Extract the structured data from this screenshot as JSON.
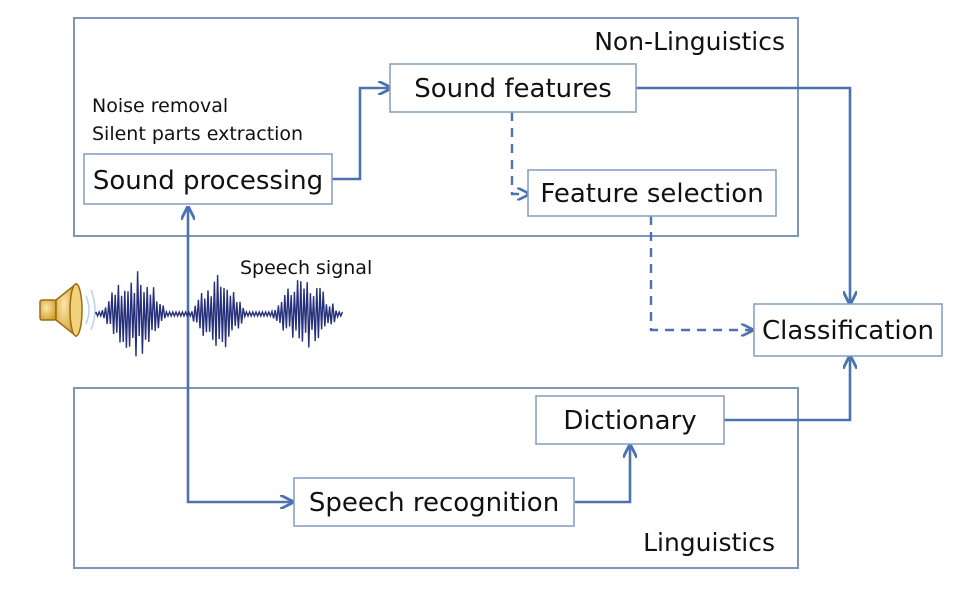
{
  "regions": {
    "non_linguistics": "Non-Linguistics",
    "linguistics": "Linguistics"
  },
  "notes": {
    "noise_removal": "Noise removal",
    "silent_parts": "Silent parts extraction",
    "speech_signal": "Speech signal"
  },
  "nodes": {
    "sound_processing": "Sound processing",
    "sound_features": "Sound features",
    "feature_selection": "Feature selection",
    "classification": "Classification",
    "dictionary": "Dictionary",
    "speech_recognition": "Speech recognition"
  },
  "colors": {
    "arrow": "#4a73b0",
    "box_border": "#8aa2c4",
    "region_border": "#7f96b8",
    "waveform": "#26307a",
    "speaker": "#e8b84a"
  },
  "icons": {
    "speaker": "speaker-icon",
    "waveform": "speech-waveform"
  }
}
